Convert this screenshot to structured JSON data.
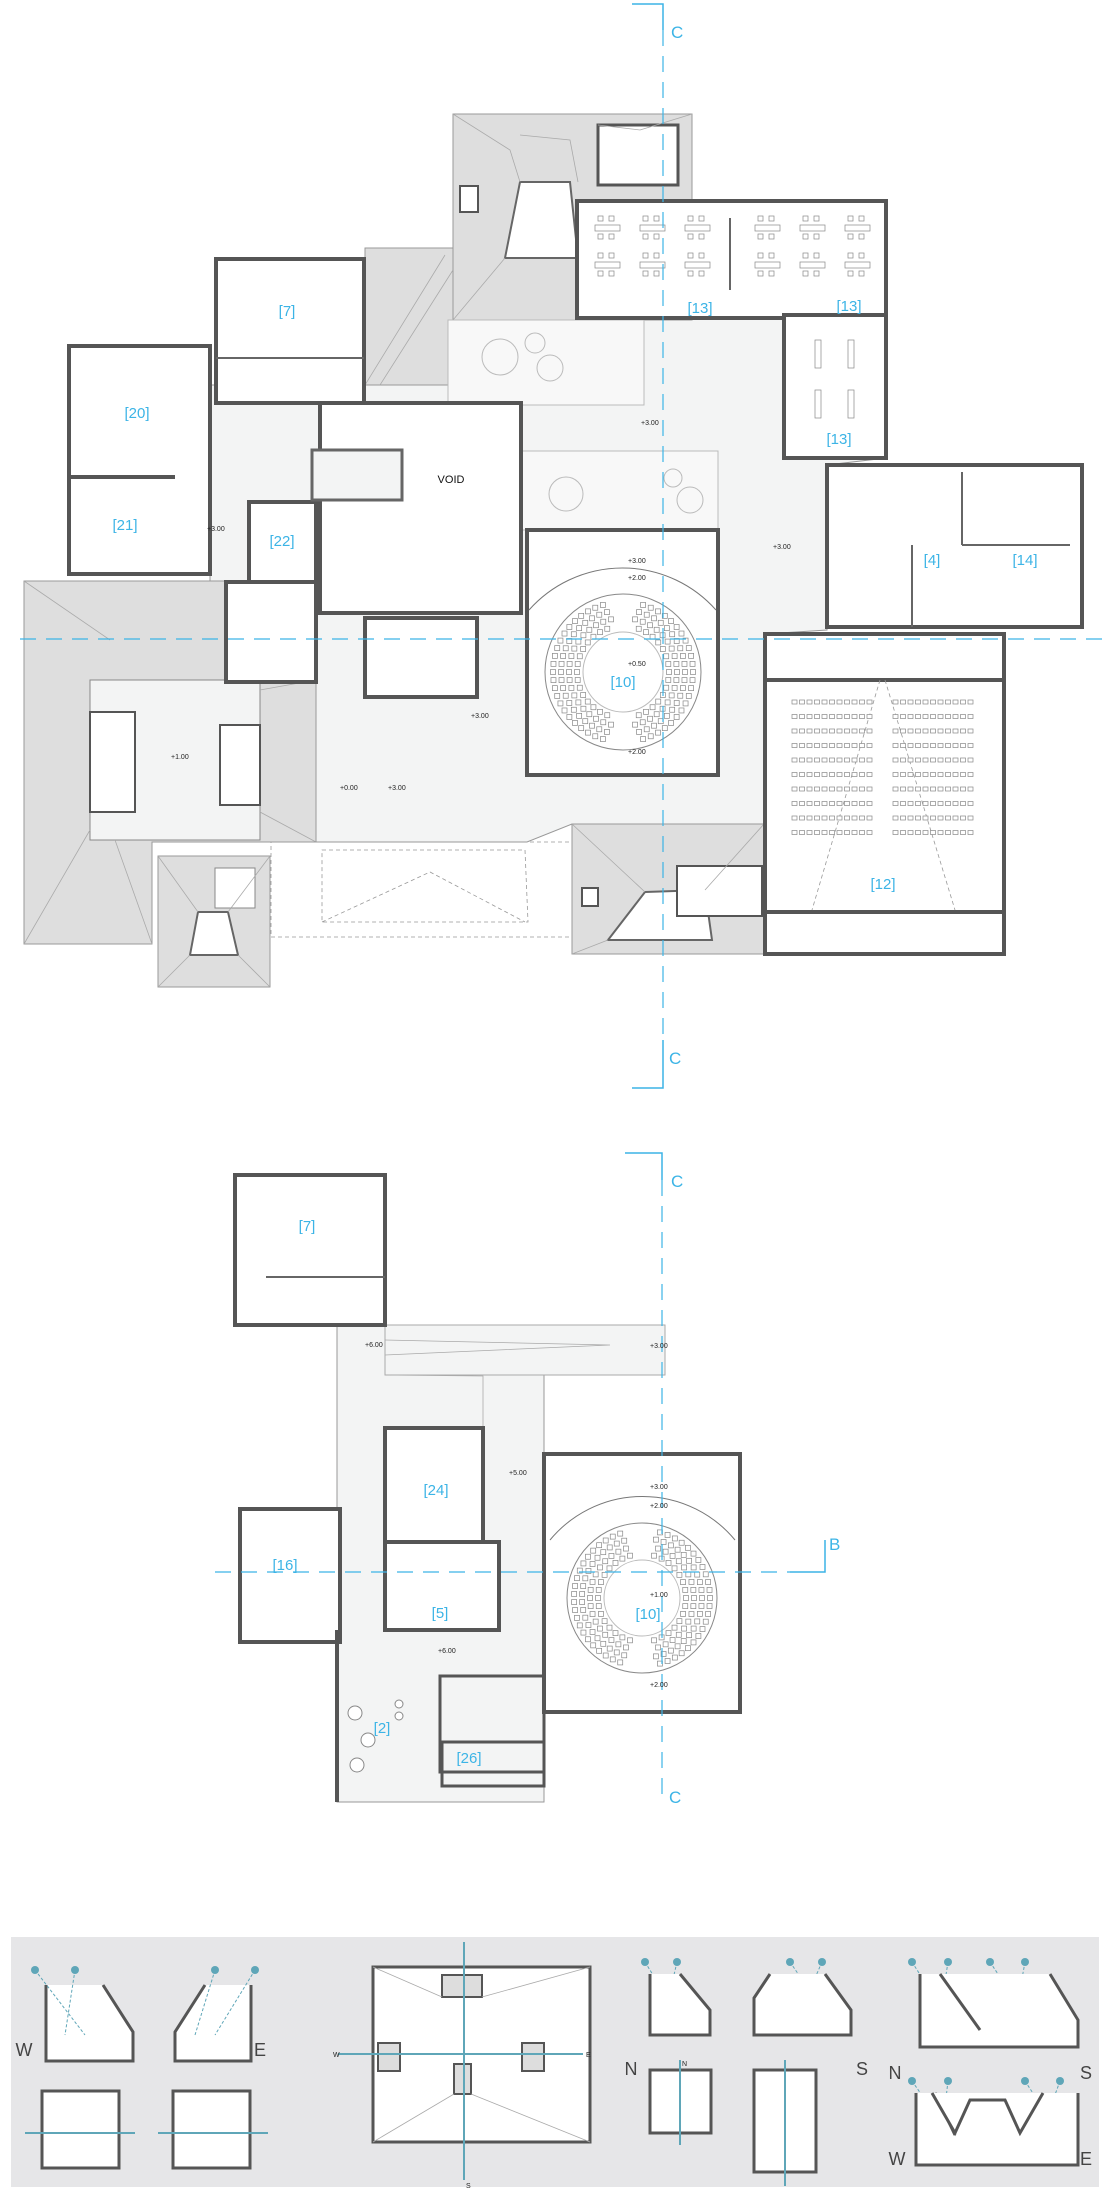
{
  "section_marks": {
    "c_top": "C",
    "c_bottom": "C",
    "c2_top": "C",
    "c2_bottom": "C",
    "b": "B"
  },
  "upper_plan": {
    "void_label": "VOID",
    "rooms": [
      {
        "id": "r7",
        "label": "[7]"
      },
      {
        "id": "r20",
        "label": "[20]"
      },
      {
        "id": "r21",
        "label": "[21]"
      },
      {
        "id": "r22",
        "label": "[22]"
      },
      {
        "id": "r13a",
        "label": "[13]"
      },
      {
        "id": "r13b",
        "label": "[13]"
      },
      {
        "id": "r13c",
        "label": "[13]"
      },
      {
        "id": "r4",
        "label": "[4]"
      },
      {
        "id": "r14",
        "label": "[14]"
      },
      {
        "id": "r10",
        "label": "[10]"
      },
      {
        "id": "r12",
        "label": "[12]"
      }
    ],
    "elevations": [
      "+3.00",
      "+3.00",
      "+3.00",
      "+3.00",
      "+2.00",
      "+0.50",
      "+3.00",
      "+1.00",
      "+0.00",
      "+3.00",
      "+2.00"
    ]
  },
  "lower_plan": {
    "rooms": [
      {
        "id": "r7",
        "label": "[7]"
      },
      {
        "id": "r16",
        "label": "[16]"
      },
      {
        "id": "r24",
        "label": "[24]"
      },
      {
        "id": "r5",
        "label": "[5]"
      },
      {
        "id": "r10",
        "label": "[10]"
      },
      {
        "id": "r2",
        "label": "[2]"
      },
      {
        "id": "r26",
        "label": "[26]"
      }
    ],
    "elevations": [
      "+6.00",
      "+3.00",
      "+5.00",
      "+3.00",
      "+2.00",
      "+1.00",
      "+6.00",
      "+2.00"
    ]
  },
  "light_diagrams": {
    "orientation_labels": {
      "w1": "W",
      "e1": "E",
      "n1": "N",
      "s1": "S",
      "n2": "N",
      "s2": "S",
      "w2": "W",
      "e2": "E"
    },
    "small_axis": {
      "w": "W",
      "e": "E",
      "n": "N",
      "s": "S"
    }
  },
  "colors": {
    "section_line": "#3cb4e6",
    "light_rays": "#5fa6b8",
    "panel_bg": "#e6e6e8",
    "wall": "#555555"
  }
}
